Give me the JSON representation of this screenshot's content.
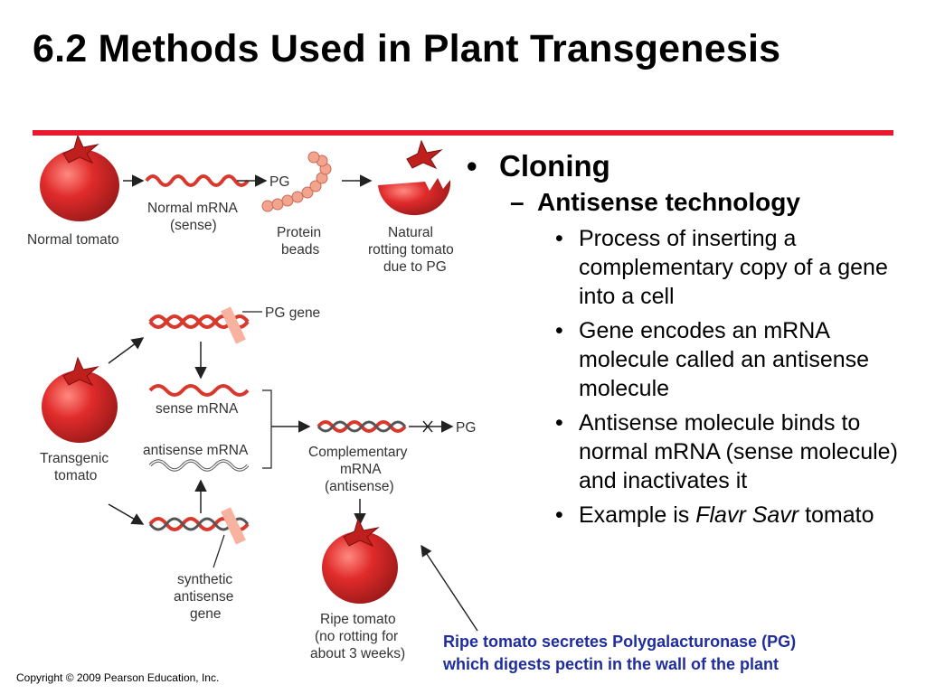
{
  "title": "6.2  Methods Used in Plant Transgenesis",
  "colors": {
    "rule": "#e8192c",
    "tomato": "#e02b2b",
    "note": "#1f2d9e",
    "dna": "#d9382c",
    "pg_beads": "#f2a48f"
  },
  "diagram": {
    "normal_tomato": "Normal tomato",
    "normal_mrna": [
      "Normal mRNA",
      "(sense)"
    ],
    "pg": "PG",
    "protein_beads": [
      "Protein",
      "beads"
    ],
    "natural_rotting": [
      "Natural",
      "rotting tomato",
      "due to PG"
    ],
    "pg_gene": "PG gene",
    "sense_mrna": "sense mRNA",
    "antisense_mrna": "antisense mRNA",
    "transgenic_tomato": [
      "Transgenic",
      "tomato"
    ],
    "complementary_mrna": [
      "Complementary",
      "mRNA",
      "(antisense)"
    ],
    "pg_blocked": "PG",
    "synthetic_gene": [
      "synthetic",
      "antisense",
      "gene"
    ],
    "ripe_tomato": [
      "Ripe tomato",
      "(no rotting for",
      "about 3 weeks)"
    ]
  },
  "bullets": {
    "level1_marker": "•",
    "level1": "Cloning",
    "level2_marker": "–",
    "level2": "Antisense technology",
    "level3_marker": "•",
    "items": [
      "Process of inserting a complementary copy of a gene into a cell",
      "Gene encodes an mRNA molecule called an antisense molecule",
      "Antisense molecule binds to normal mRNA (sense molecule) and inactivates it"
    ],
    "example_prefix": "Example is ",
    "example_italic": "Flavr Savr",
    "example_suffix": " tomato"
  },
  "note": [
    "Ripe tomato secretes Polygalacturonase (PG)",
    "which digests pectin in the wall of the plant"
  ],
  "copyright": "Copyright © 2009 Pearson Education, Inc."
}
